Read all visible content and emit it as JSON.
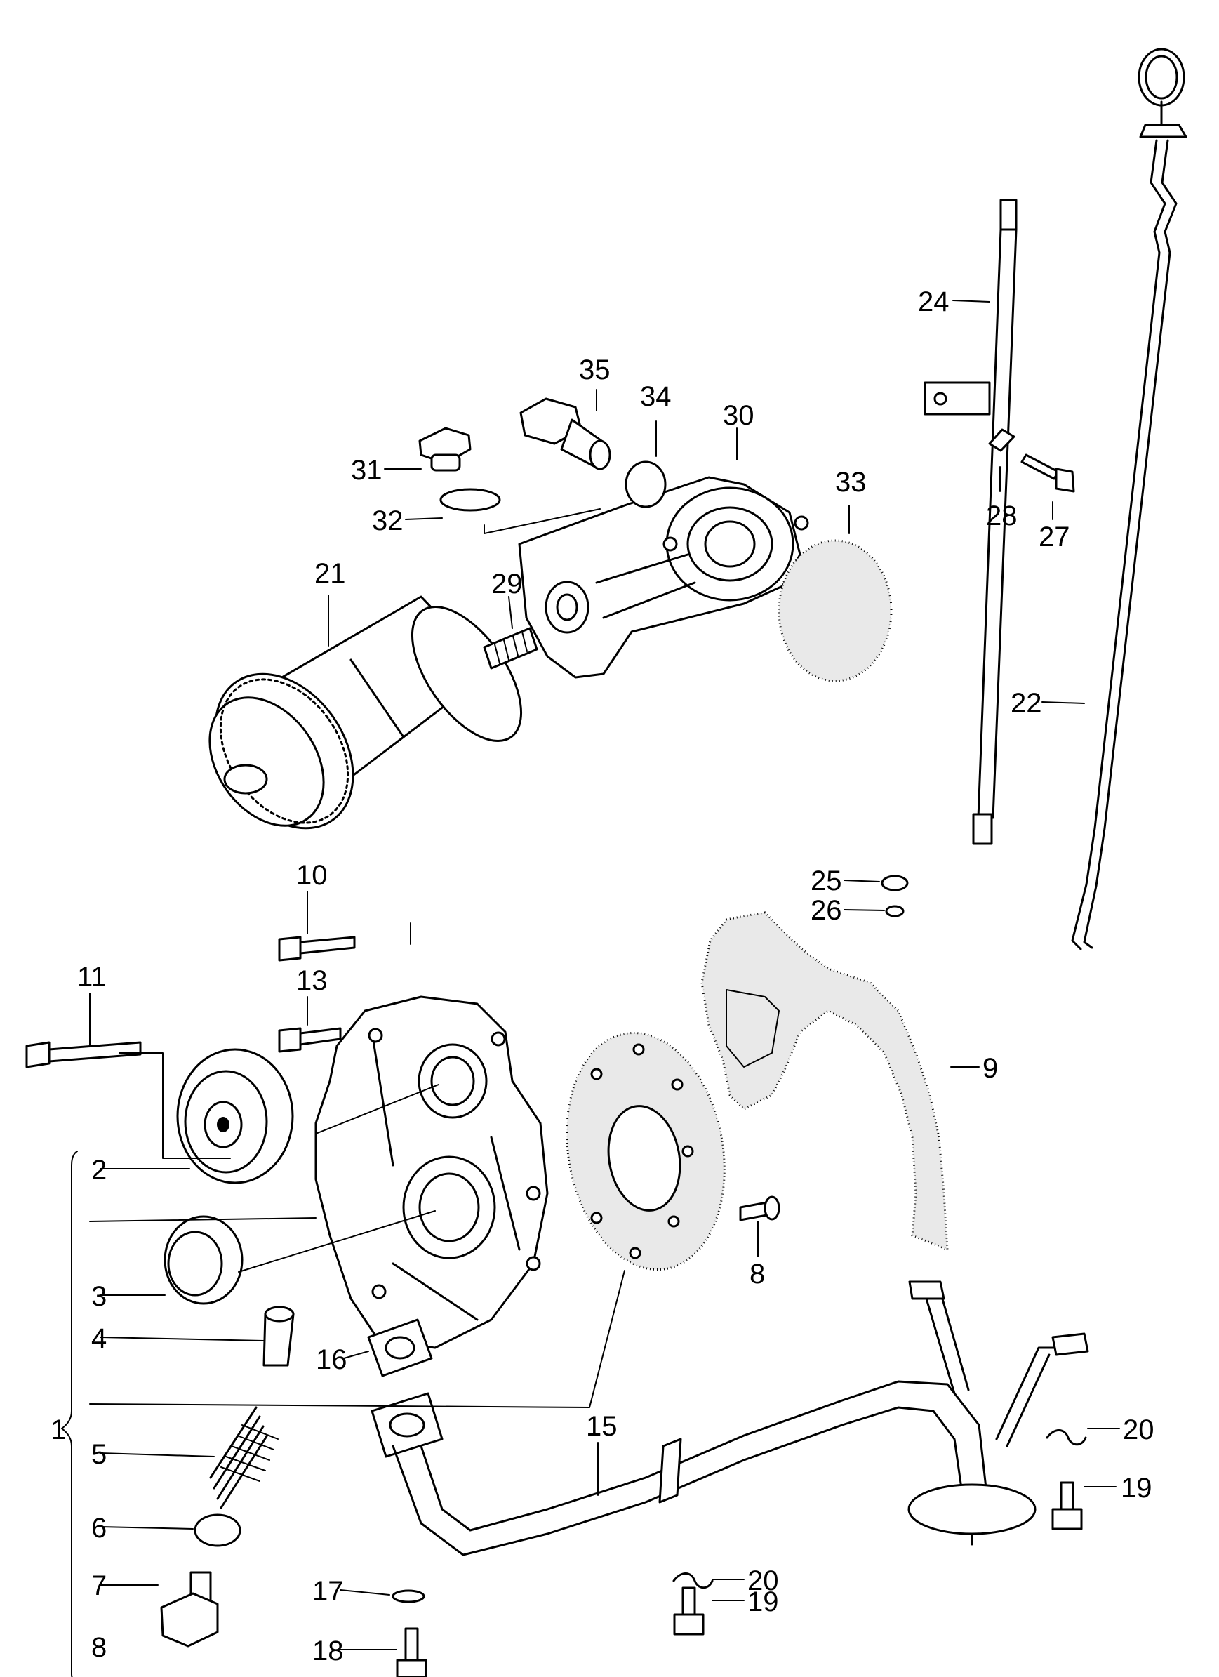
{
  "diagram": {
    "callouts": [
      "1",
      "2",
      "3",
      "4",
      "5",
      "6",
      "7",
      "8",
      "8",
      "9",
      "10",
      "11",
      "13",
      "15",
      "16",
      "17",
      "18",
      "19",
      "19",
      "20",
      "20",
      "21",
      "22",
      "24",
      "25",
      "26",
      "27",
      "28",
      "29",
      "30",
      "31",
      "32",
      "33",
      "34",
      "35"
    ]
  }
}
